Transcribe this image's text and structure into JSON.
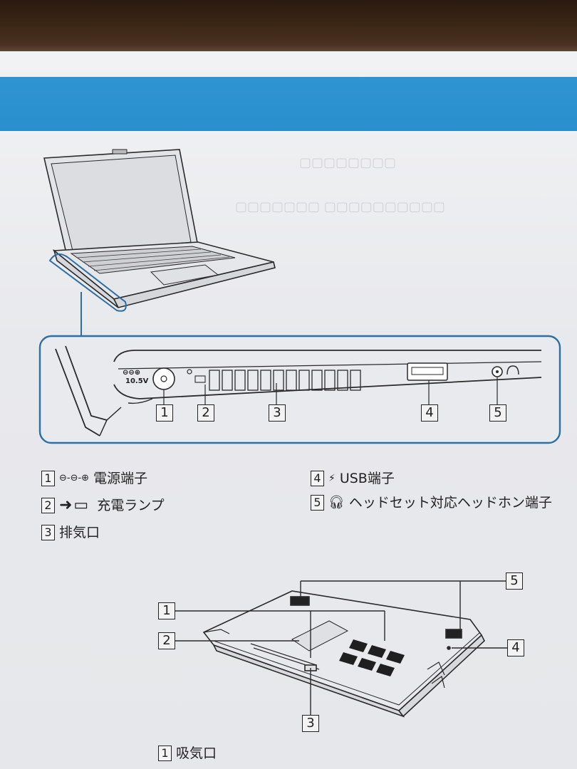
{
  "side_view": {
    "dc_symbol": "⊖⊖⊕",
    "voltage": "10.5V",
    "callouts": [
      "1",
      "2",
      "3",
      "4",
      "5"
    ]
  },
  "legend": {
    "items": [
      {
        "num": "1",
        "symbol": "⊖-⊖-⊕",
        "text": "電源端子"
      },
      {
        "num": "2",
        "symbol": "➜▭",
        "text": "充電ランプ"
      },
      {
        "num": "3",
        "symbol": "",
        "text": "排気口"
      },
      {
        "num": "4",
        "symbol": "",
        "text": "USB端子"
      },
      {
        "num": "5",
        "symbol": "",
        "text": "ヘッドセット対応ヘッドホン端子"
      }
    ]
  },
  "bottom_view": {
    "callouts": [
      "1",
      "2",
      "3",
      "4",
      "5"
    ]
  },
  "bottom_legend": {
    "num": "1",
    "text": "吸気口"
  }
}
